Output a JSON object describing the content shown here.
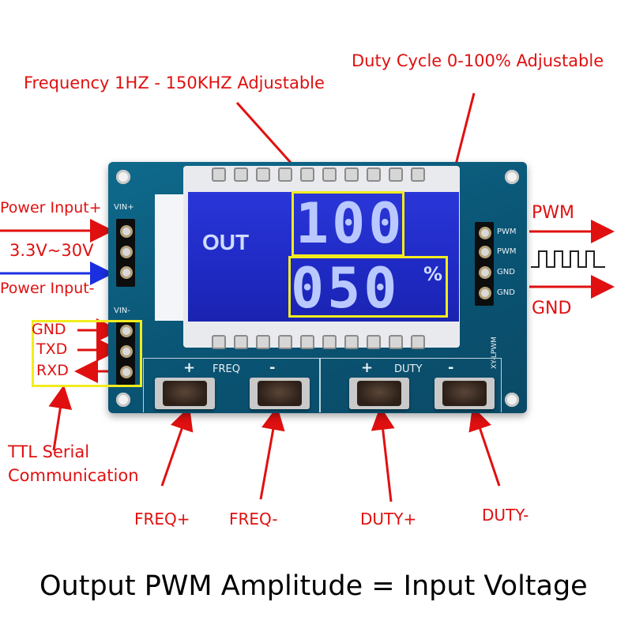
{
  "callouts": {
    "frequency": "Frequency 1HZ - 150KHZ Adjustable",
    "duty_cycle": "Duty Cycle 0-100% Adjustable",
    "power_in_plus": "Power Input+",
    "voltage_range": "3.3V~30V",
    "power_in_minus": "Power Input-",
    "gnd": "GND",
    "txd": "TXD",
    "rxd": "RXD",
    "pwm": "PWM",
    "out_gnd": "GND",
    "ttl_line1": "TTL Serial",
    "ttl_line2": "Communication",
    "freq_plus": "FREQ+",
    "freq_minus": "FREQ-",
    "duty_plus": "DUTY+",
    "duty_minus": "DUTY-"
  },
  "caption": "Output PWM Amplitude = Input Voltage",
  "board": {
    "vin_plus": "VIN+",
    "vin_minus": "VIN-",
    "pwm_pin_1": "PWM",
    "pwm_pin_2": "PWM",
    "gnd_pin_1": "GND",
    "gnd_pin_2": "GND",
    "freq_group": "FREQ",
    "duty_group": "DUTY",
    "plus_sign": "+",
    "minus_sign": "-",
    "model": "XY-LPWM"
  },
  "lcd": {
    "out_label": "OUT",
    "frequency_reading": "100",
    "duty_reading": "050",
    "percent_sign": "%"
  },
  "colors": {
    "callout_red": "#e01010",
    "arrow_blue": "#1a2fe0",
    "highlight_yellow": "#f3ec1d",
    "pcb_blue": "#0a5474",
    "lcd_blue": "#1f2ac4"
  }
}
